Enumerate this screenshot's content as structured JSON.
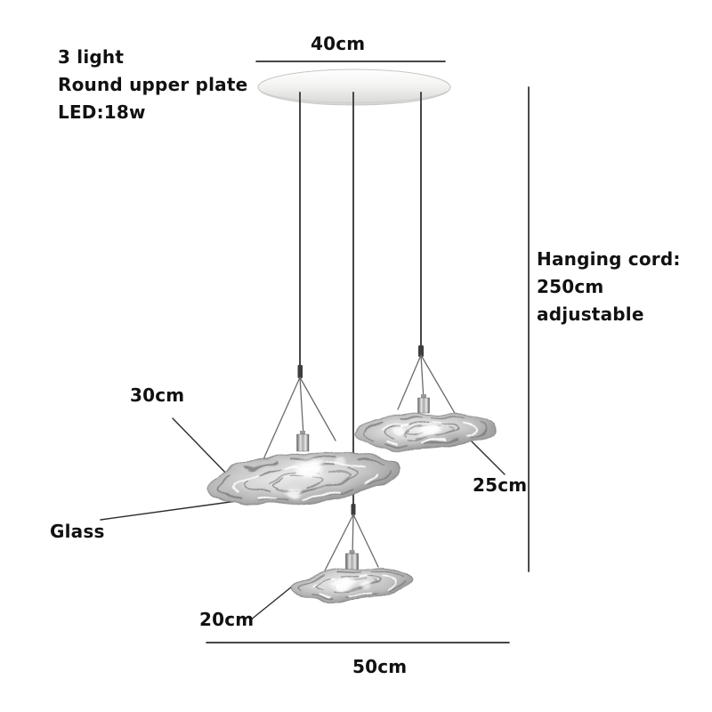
{
  "specs": {
    "lines": [
      "3 light",
      "Round upper plate",
      "LED:18w"
    ]
  },
  "dimensions": {
    "top_width": "40cm",
    "bottom_width": "50cm",
    "shade_large": "30cm",
    "shade_right": "25cm",
    "shade_bottom": "20cm"
  },
  "hanging_cord_note": {
    "lines": [
      "Hanging cord:",
      "250cm",
      "adjustable"
    ]
  },
  "material_label": "Glass",
  "colors": {
    "text": "#111111",
    "line": "#2b2b2b",
    "cord": "#474747",
    "wire": "#6b6b6b",
    "background": "#ffffff",
    "plate_face": "#e9e9e7",
    "glass_light": "#f2f2f2",
    "glass_dark": "#8f8f8f"
  }
}
